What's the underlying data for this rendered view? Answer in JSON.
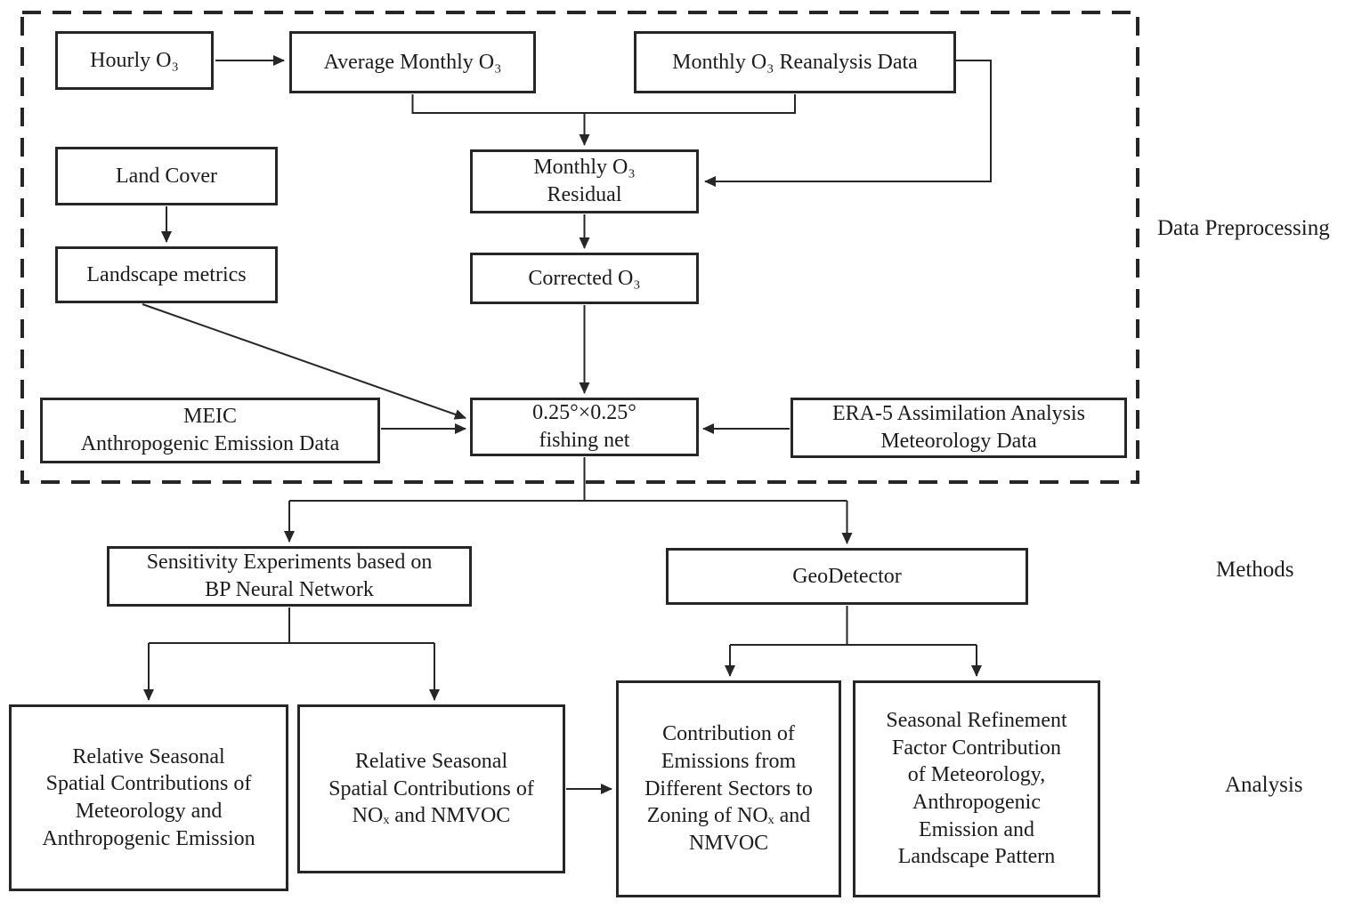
{
  "figure": {
    "background_color": "#ffffff",
    "line_color": "#262626"
  },
  "sections": {
    "preprocessing": "Data Preprocessing",
    "methods": "Methods",
    "analysis": "Analysis"
  },
  "nodes": {
    "hourly_o3": {
      "label": "Hourly O₃"
    },
    "avg_monthly_o3": {
      "label": "Average Monthly O₃"
    },
    "monthly_o3_reanalysis": {
      "label": "Monthly O₃ Reanalysis Data"
    },
    "land_cover": {
      "label": "Land Cover"
    },
    "monthly_o3_residual": {
      "label": "Monthly O₃\nResidual"
    },
    "landscape_metrics": {
      "label": "Landscape metrics"
    },
    "corrected_o3": {
      "label": "Corrected O₃"
    },
    "meic_emission": {
      "label": "MEIC\nAnthropogenic Emission Data"
    },
    "fishing_net": {
      "label": "0.25°×0.25°\nfishing net"
    },
    "era5_meteorology": {
      "label": "ERA-5 Assimilation Analysis\nMeteorology Data"
    },
    "bp_sensitivity": {
      "label": "Sensitivity Experiments based on\nBP Neural Network"
    },
    "geodetector": {
      "label": "GeoDetector"
    },
    "rel_contrib_met_emis": {
      "label": "Relative Seasonal\nSpatial Contributions of\nMeteorology and\nAnthropogenic Emission"
    },
    "rel_contrib_nox_nmvoc": {
      "label": "Relative Seasonal\nSpatial Contributions of\nNOₓ and NMVOC"
    },
    "sector_contrib_zoning": {
      "label": "Contribution of\nEmissions from\nDifferent Sectors to\nZoning of NOₓ and\nNMVOC"
    },
    "seasonal_refinement": {
      "label": "Seasonal Refinement\nFactor Contribution\nof Meteorology,\nAnthropogenic\nEmission and\nLandscape Pattern"
    }
  },
  "edges": [
    {
      "from": "hourly_o3",
      "to": "avg_monthly_o3"
    },
    {
      "from": "avg_monthly_o3",
      "to": "monthly_o3_residual"
    },
    {
      "from": "monthly_o3_reanalysis",
      "to": "monthly_o3_residual"
    },
    {
      "from": "monthly_o3_reanalysis",
      "to": "monthly_o3_residual",
      "via": "right-side"
    },
    {
      "from": "land_cover",
      "to": "landscape_metrics"
    },
    {
      "from": "monthly_o3_residual",
      "to": "corrected_o3"
    },
    {
      "from": "corrected_o3",
      "to": "fishing_net"
    },
    {
      "from": "landscape_metrics",
      "to": "fishing_net"
    },
    {
      "from": "meic_emission",
      "to": "fishing_net"
    },
    {
      "from": "era5_meteorology",
      "to": "fishing_net"
    },
    {
      "from": "fishing_net",
      "to": "bp_sensitivity"
    },
    {
      "from": "fishing_net",
      "to": "geodetector"
    },
    {
      "from": "bp_sensitivity",
      "to": "rel_contrib_met_emis"
    },
    {
      "from": "bp_sensitivity",
      "to": "rel_contrib_nox_nmvoc"
    },
    {
      "from": "geodetector",
      "to": "sector_contrib_zoning"
    },
    {
      "from": "geodetector",
      "to": "seasonal_refinement"
    },
    {
      "from": "rel_contrib_nox_nmvoc",
      "to": "sector_contrib_zoning"
    }
  ]
}
